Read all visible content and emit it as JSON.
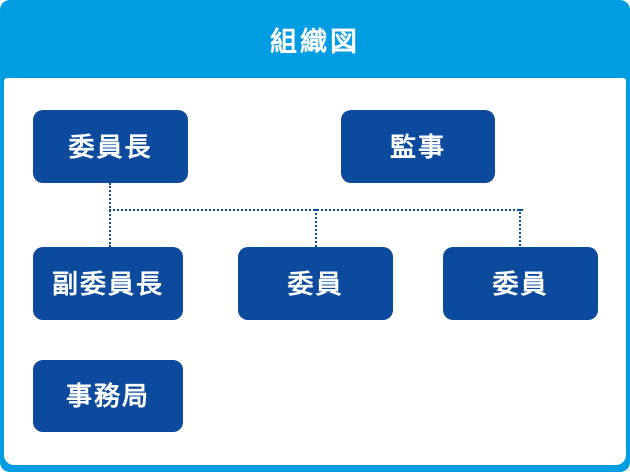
{
  "header": {
    "title": "組織図"
  },
  "org_chart": {
    "nodes": [
      {
        "id": "chairperson",
        "label": "委員長"
      },
      {
        "id": "auditor",
        "label": "監事"
      },
      {
        "id": "vice_chairperson",
        "label": "副委員長"
      },
      {
        "id": "member_1",
        "label": "委員"
      },
      {
        "id": "member_2",
        "label": "委員"
      },
      {
        "id": "secretariat",
        "label": "事務局"
      }
    ],
    "edges": [
      {
        "from": "chairperson",
        "to": "vice_chairperson",
        "style": "dotted"
      },
      {
        "from": "chairperson",
        "to": "member_1",
        "style": "dotted"
      },
      {
        "from": "chairperson",
        "to": "member_2",
        "style": "dotted"
      }
    ]
  },
  "colors": {
    "background": "#009DE3",
    "panel": "#FFFFFF",
    "node_fill": "#0B4A9D",
    "node_text": "#FFFFFF",
    "title_text": "#FFFFFF",
    "connector": "#0B4A9D"
  }
}
